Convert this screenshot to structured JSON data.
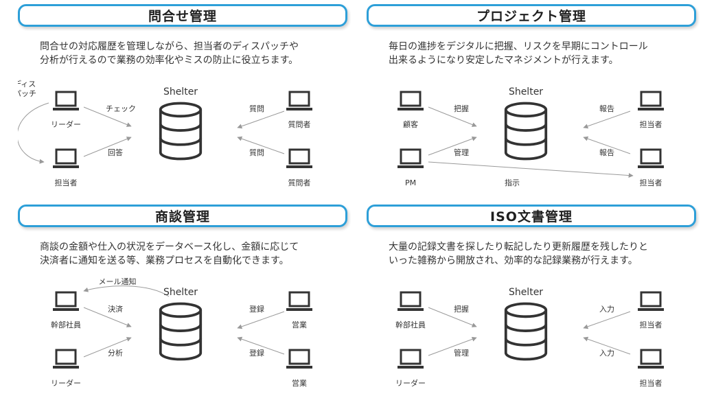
{
  "panels": [
    {
      "title": "問合せ管理",
      "description": "問合せの対応履歴を管理しながら、担当者のディスパッチや\n分析が行えるので業務の効率化やミスの防止に役立ちます。",
      "db_label": "Shelter",
      "labels": {
        "dispatch_1": "ディス",
        "dispatch_2": "パッチ",
        "left_top": "リーダー",
        "left_bottom": "担当者",
        "arrow_left_top": "チェック",
        "arrow_left_bottom": "回答",
        "right_top": "質問者",
        "right_bottom": "質問者",
        "arrow_right_top": "質問",
        "arrow_right_bottom": "質問"
      }
    },
    {
      "title": "プロジェクト管理",
      "description": "毎日の進捗をデジタルに把握、リスクを早期にコントロール\n出来るようになり安定したマネジメントが行えます。",
      "db_label": "Shelter",
      "labels": {
        "left_top": "顧客",
        "left_bottom": "PM",
        "arrow_left_top": "把握",
        "arrow_left_bottom": "管理",
        "right_top": "担当者",
        "right_bottom": "担当者",
        "arrow_right_top": "報告",
        "arrow_right_bottom": "報告",
        "long_arrow": "指示"
      }
    },
    {
      "title": "商談管理",
      "description": "商談の金額や仕入の状況をデータベース化し、金額に応じて\n決済者に通知を送る等、業務プロセスを自動化できます。",
      "db_label": "Shelter",
      "labels": {
        "mail_notice": "メール通知",
        "left_top": "幹部社員",
        "left_bottom": "リーダー",
        "arrow_left_top": "決済",
        "arrow_left_bottom": "分析",
        "right_top": "営業",
        "right_bottom": "営業",
        "arrow_right_top": "登録",
        "arrow_right_bottom": "登録"
      }
    },
    {
      "title": "ISO文書管理",
      "description": "大量の記録文書を探したり転記したり更新履歴を残したりと\nいった雑務から開放され、効率的な記録業務が行えます。",
      "db_label": "Shelter",
      "labels": {
        "left_top": "幹部社員",
        "left_bottom": "リーダー",
        "arrow_left_top": "把握",
        "arrow_left_bottom": "管理",
        "right_top": "担当者",
        "right_bottom": "担当者",
        "arrow_right_top": "入力",
        "arrow_right_bottom": "入力"
      }
    }
  ],
  "colors": {
    "accent": "#2d9fd8",
    "icon": "#333333",
    "arrow": "#999999"
  }
}
